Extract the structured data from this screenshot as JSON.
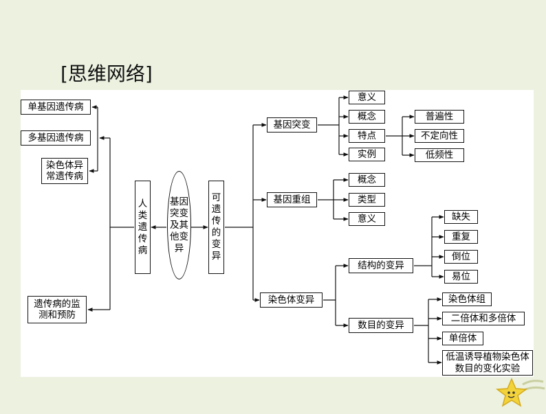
{
  "heading": "[思维网络]",
  "nodes": {
    "center": "基因突变及其他变异",
    "human_disease": "人类遗传病",
    "heritable_var": "可遗传的变异",
    "single_gene": "单基因遗传病",
    "multi_gene": "多基因遗传病",
    "chromosome_abn": "染色体异常遗传病",
    "monitor": "遗传病的监测和预防",
    "mutation": "基因突变",
    "mut_meaning": "意义",
    "mut_concept": "概念",
    "mut_feature": "特点",
    "mut_example": "实例",
    "feat_universal": "普遍性",
    "feat_random": "不定向性",
    "feat_lowfreq": "低频性",
    "recombination": "基因重组",
    "rec_concept": "概念",
    "rec_type": "类型",
    "rec_meaning": "意义",
    "chrom_var": "染色体变异",
    "struct_var": "结构的变异",
    "num_var": "数目的变异",
    "deletion": "缺失",
    "duplication": "重复",
    "inversion": "倒位",
    "translocation": "易位",
    "chrom_set": "染色体组",
    "diploid_poly": "二倍体和多倍体",
    "haploid": "单倍体",
    "low_temp": "低温诱导植物染色体数目的变化实验"
  },
  "colors": {
    "background": "#ecf1e0",
    "panel": "#ffffff",
    "line": "#111111",
    "star": "#f3d33b"
  }
}
